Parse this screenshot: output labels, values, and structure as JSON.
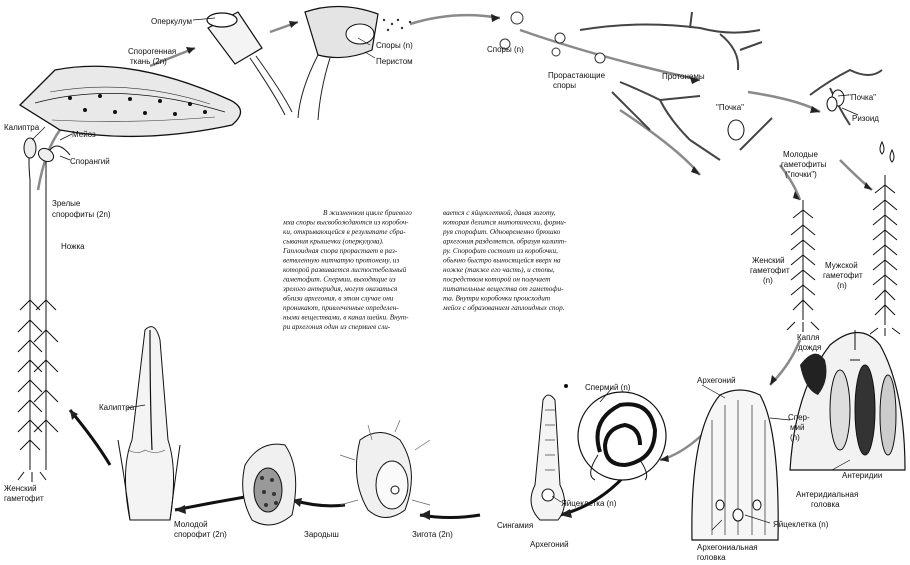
{
  "labels": {
    "operculum": "Оперкулум",
    "sporogenous_tissue": "Спорогенная",
    "sporogenous_tissue_2": "ткань (2n)",
    "spores_n_1": "Споры (n)",
    "peristome": "Перистом",
    "spores_n_2": "Споры (n)",
    "germinating_spores_1": "Прорастающие",
    "germinating_spores_2": "споры",
    "protonema": "Протонемы",
    "bud_1": "\"Почка\"",
    "bud_2": "\"Почка\"",
    "rhizoid": "Ризоид",
    "young_gametophytes_1": "Молодые",
    "young_gametophytes_2": "гаметофиты",
    "young_gametophytes_3": "(\"почки\")",
    "calyptra_top": "Калиптра",
    "meiosis": "Мейоз",
    "sporangium": "Спорангий",
    "mature_sporophytes_1": "Зрелые",
    "mature_sporophytes_2": "спорофиты (2n)",
    "stalk": "Ножка",
    "female_gametophyte_left_1": "Женский",
    "female_gametophyte_left_2": "гаметофит",
    "female_gametophyte_right_1": "Женский",
    "female_gametophyte_right_2": "гаметофит",
    "female_gametophyte_right_3": "(n)",
    "male_gametophyte_1": "Мужской",
    "male_gametophyte_2": "гаметофит",
    "male_gametophyte_3": "(n)",
    "raindrop_1": "Капля",
    "raindrop_2": "дождя",
    "calyptra_mid": "Калиптра",
    "sperm_n": "Спермий (n)",
    "archegonium_top": "Архегоний",
    "sperm_right_1": "Спер-",
    "sperm_right_2": "мий",
    "sperm_right_3": "(n)",
    "antheridia": "Антеридии",
    "antheridial_head_1": "Антеридиальная",
    "antheridial_head_2": "головка",
    "egg_cell_1": "Яйцеклетка (n)",
    "egg_cell_2": "Яйцеклетка (n)",
    "syngamy": "Сингамия",
    "archegonium_bottom": "Архегоний",
    "archegonial_head_1": "Архегониальная",
    "archegonial_head_2": "головка",
    "zygote": "Зигота (2n)",
    "embryo": "Зародыш",
    "young_sporophyte_1": "Молодой",
    "young_sporophyte_2": "спорофит (2n)"
  },
  "caption_left": [
    "В жизненном цикле бриевого",
    "мха споры высвобождаются из коробоч-",
    "ки, открывающейся в результате сбра-",
    "сывания крышечки (оперкулума).",
    "Гаплоидная спора прорастает в раз-",
    "ветвленную нитчатую протонему, из",
    "которой развивается листостебельный",
    "гаметофит. Спермии, выходящие из",
    "зрелого антеридия, могут оказаться",
    "вблизи архегония, в этом случае они",
    "проникают, привлеченные определен-",
    "ными веществами, в канал шейки. Внут-",
    "ри архегония один из спермиев сли-"
  ],
  "caption_right": [
    "вается с яйцеклеткой, давая зиготу,",
    "которая делится митотически, форми-",
    "руя спорофит. Одновременно брюшко",
    "архегония разделяется, образуя калипт-",
    "ру. Спорофит состоит из коробочки,",
    "обычно быстро выносящейся вверх на",
    "ножке (также его часть), и стопы,",
    "посредством которой он получает",
    "питательные вещества от гаметофи-",
    "та. Внутри коробочки происходит",
    "мейоз с образованием гаплоидных спор."
  ]
}
